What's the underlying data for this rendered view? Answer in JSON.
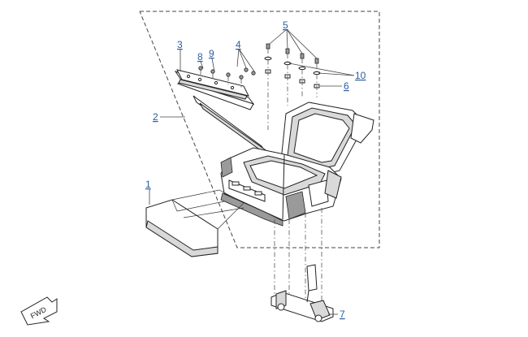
{
  "callouts": {
    "c1": "1",
    "c2": "2",
    "c3": "3",
    "c4": "4",
    "c5": "5",
    "c6": "6",
    "c7": "7",
    "c8": "8",
    "c9": "9",
    "c10": "10"
  },
  "fwd_label": "FWD"
}
